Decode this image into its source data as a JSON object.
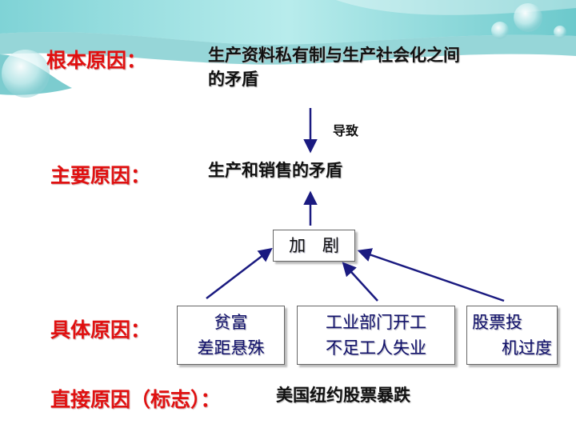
{
  "root_cause": {
    "label": "根本原因：",
    "text_line1": "生产资料私有制与生产社会化之间",
    "text_line2": "的矛盾"
  },
  "arrow_label": "导致",
  "main_cause": {
    "label": "主要原因：",
    "text": "生产和销售的矛盾"
  },
  "intensify_box": {
    "text": "加 剧"
  },
  "specific_cause": {
    "label": "具体原因：",
    "boxes": [
      {
        "line1": "贫富",
        "line2": "差距悬殊"
      },
      {
        "line1": "工业部门开工",
        "line2": "不足工人失业"
      },
      {
        "line1": "股票投",
        "line2": "机过度"
      }
    ]
  },
  "direct_cause": {
    "label": "直接原因（标志）：",
    "text": "美国纽约股票暴跌"
  },
  "colors": {
    "label_red": "#e01010",
    "arrow_navy": "#1a1a80",
    "banner_teal": "#5cc4c8"
  }
}
